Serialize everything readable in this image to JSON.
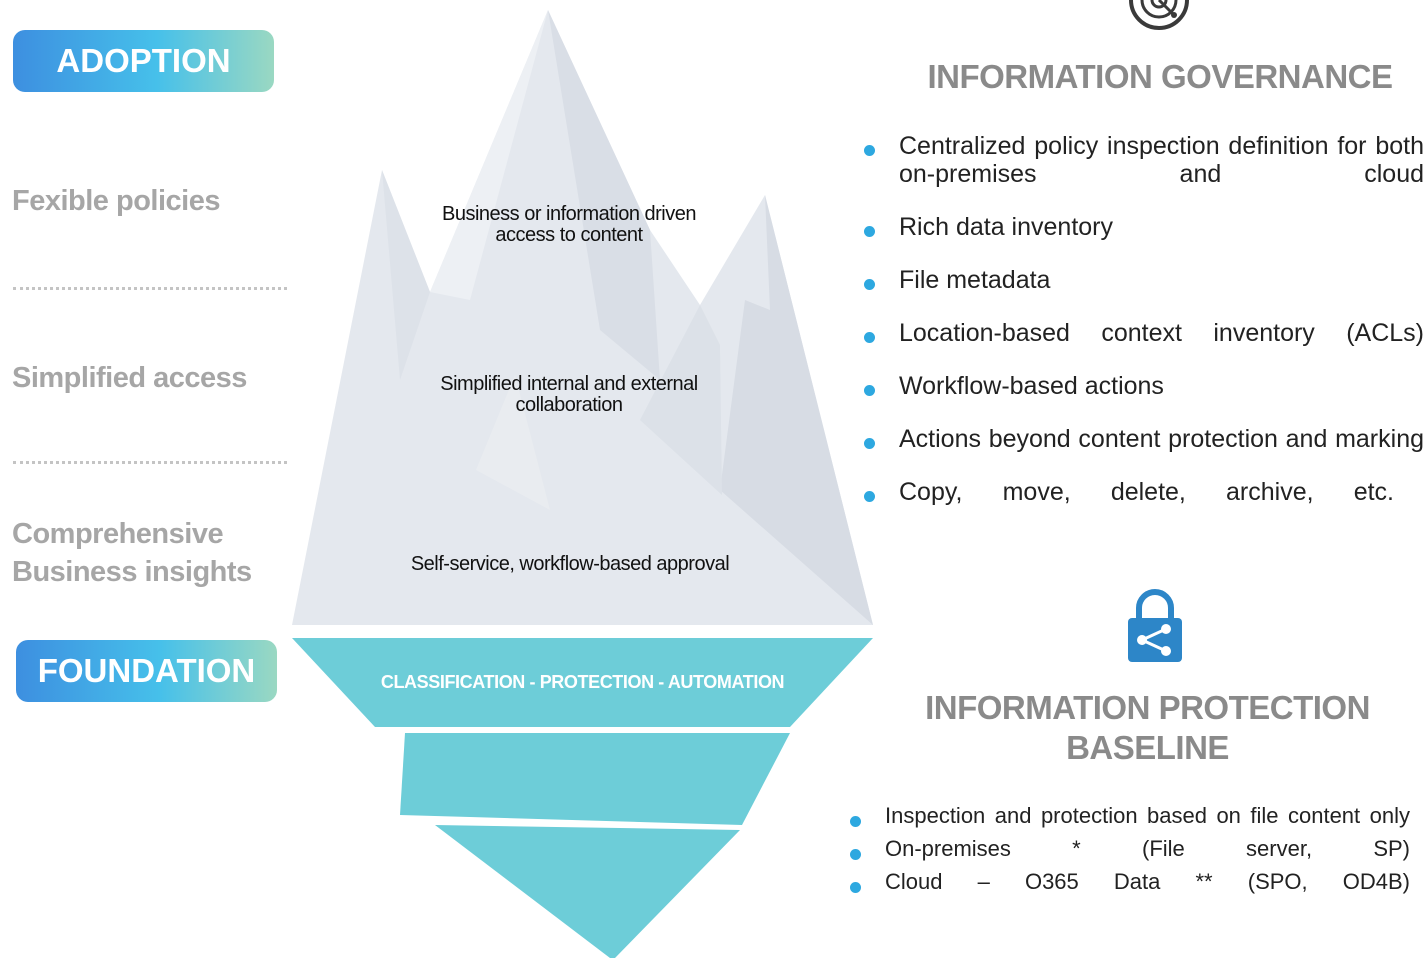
{
  "left_panel": {
    "adoption_label": "ADOPTION",
    "foundation_label": "FOUNDATION",
    "levels": [
      "Fexible policies",
      "Simplified access",
      "Comprehensive Business insights"
    ]
  },
  "iceberg": {
    "above_water": [
      "Business or information driven access to content",
      "Simplified internal and external collaboration",
      "Self-service, workflow-based approval"
    ],
    "below_water_label": "CLASSIFICATION - PROTECTION - AUTOMATION"
  },
  "governance": {
    "icon": "radar-icon",
    "title": "INFORMATION GOVERNANCE",
    "items": [
      "Centralized policy inspection definition for both on-premises and cloud",
      "Rich data inventory",
      "File metadata",
      "Location-based context inventory (ACLs)",
      "Workflow-based actions",
      "Actions beyond content protection and marking",
      "Copy, move, delete, archive, etc."
    ]
  },
  "protection": {
    "icon": "lock-share-icon",
    "title": "INFORMATION PROTECTION BASELINE",
    "items": [
      "Inspection and protection based on file content only",
      "On-premises * (File server, SP)",
      "Cloud – O365 Data ** (SPO, OD4B)"
    ]
  },
  "colors": {
    "accent_blue": "#2da8e0",
    "iceberg_above": "#e4e8ee",
    "iceberg_below": "#6dcdd8",
    "label_gray": "#a6a6a6",
    "title_gray": "#8a8a8a"
  }
}
